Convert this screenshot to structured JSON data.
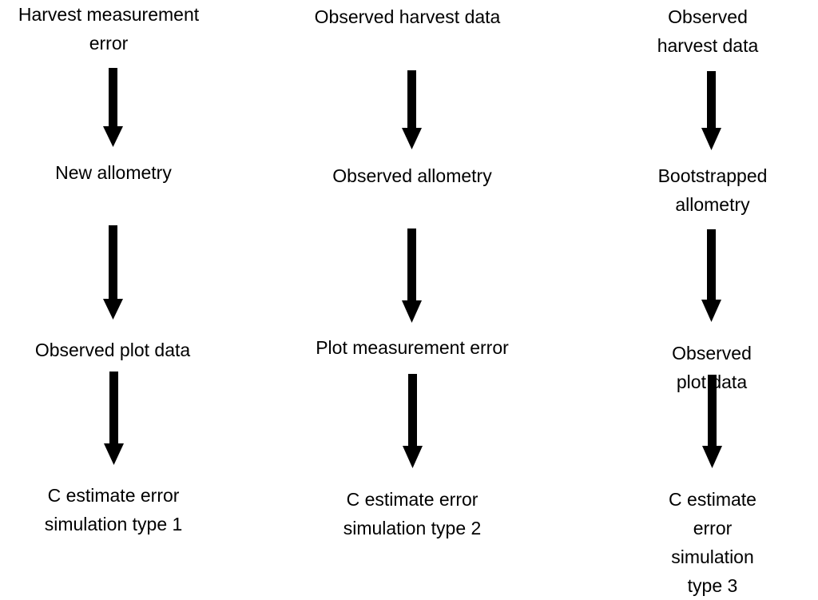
{
  "columns": [
    {
      "steps": [
        "Harvest measurement\nerror",
        "New allometry",
        "Observed plot data",
        "C estimate error\nsimulation type 1"
      ]
    },
    {
      "steps": [
        "Observed harvest data",
        "Observed allometry",
        "Plot measurement error",
        "C estimate error\nsimulation type 2"
      ]
    },
    {
      "steps": [
        "Observed harvest data",
        "Bootstrapped\nallometry",
        "Observed plot data",
        "C estimate error\nsimulation type 3"
      ]
    }
  ],
  "colors": {
    "text": "#000000",
    "arrow": "#000000",
    "background": "#ffffff"
  }
}
